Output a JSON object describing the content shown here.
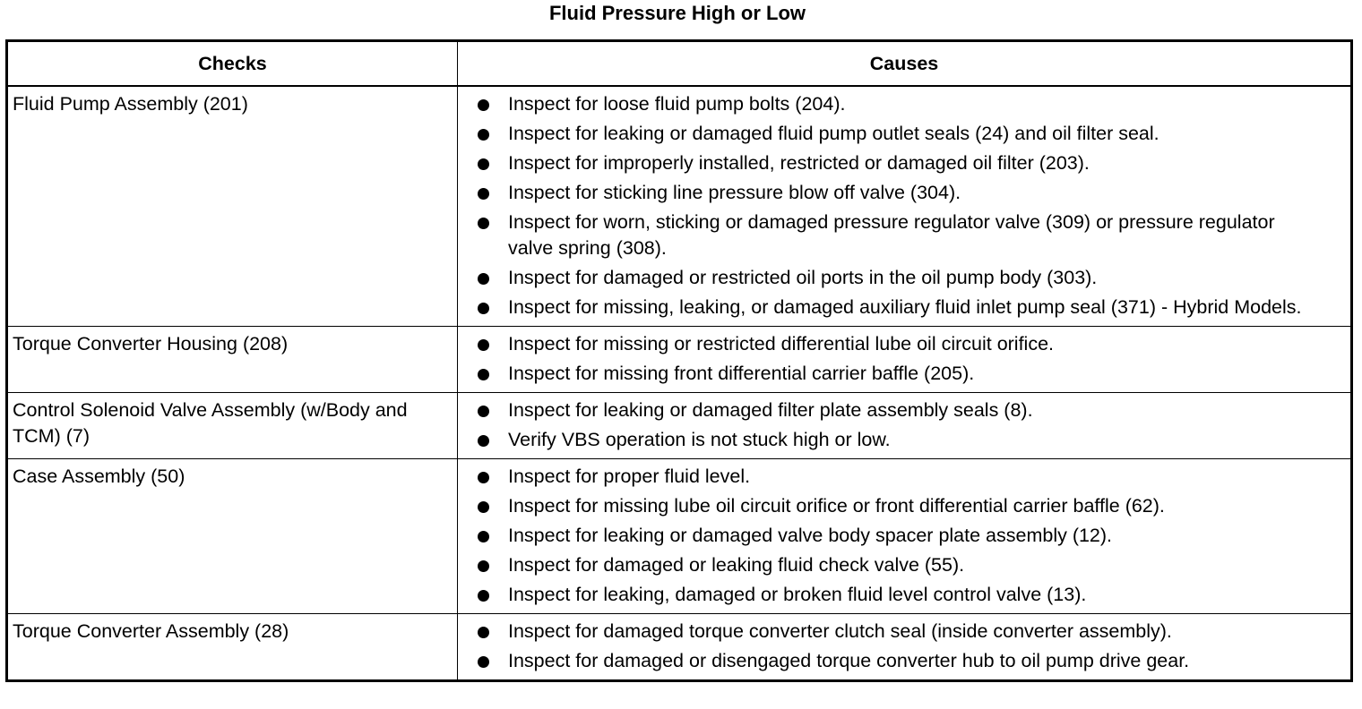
{
  "title": "Fluid Pressure High or Low",
  "table": {
    "headers": {
      "checks": "Checks",
      "causes": "Causes"
    },
    "rows": [
      {
        "check": "Fluid Pump Assembly (201)",
        "causes": [
          "Inspect for loose fluid pump bolts (204).",
          "Inspect for leaking or damaged fluid pump outlet seals (24) and oil filter seal.",
          "Inspect for improperly installed, restricted or damaged oil filter (203).",
          "Inspect for sticking line pressure blow off valve (304).",
          "Inspect for worn, sticking or damaged pressure regulator valve (309) or pressure regulator valve spring (308).",
          "Inspect for damaged or restricted oil ports in the oil pump body (303).",
          "Inspect for missing, leaking, or damaged auxiliary fluid inlet pump seal (371) - Hybrid Models."
        ]
      },
      {
        "check": "Torque Converter Housing (208)",
        "causes": [
          "Inspect for missing or restricted differential lube oil circuit orifice.",
          "Inspect for missing front differential carrier baffle (205)."
        ]
      },
      {
        "check": "Control Solenoid Valve Assembly (w/Body and TCM) (7)",
        "causes": [
          "Inspect for leaking or damaged filter plate assembly seals (8).",
          "Verify VBS operation is not stuck high or low."
        ]
      },
      {
        "check": "Case Assembly (50)",
        "causes": [
          "Inspect for proper fluid level.",
          "Inspect for missing lube oil circuit orifice or front differential carrier baffle (62).",
          "Inspect for leaking or damaged valve body spacer plate assembly (12).",
          "Inspect for damaged or leaking fluid check valve (55).",
          "Inspect for leaking, damaged or broken fluid level control valve (13)."
        ]
      },
      {
        "check": "Torque Converter Assembly (28)",
        "causes": [
          "Inspect for damaged torque converter clutch seal (inside converter assembly).",
          "Inspect for damaged or disengaged torque converter hub to oil pump drive gear."
        ]
      }
    ]
  }
}
